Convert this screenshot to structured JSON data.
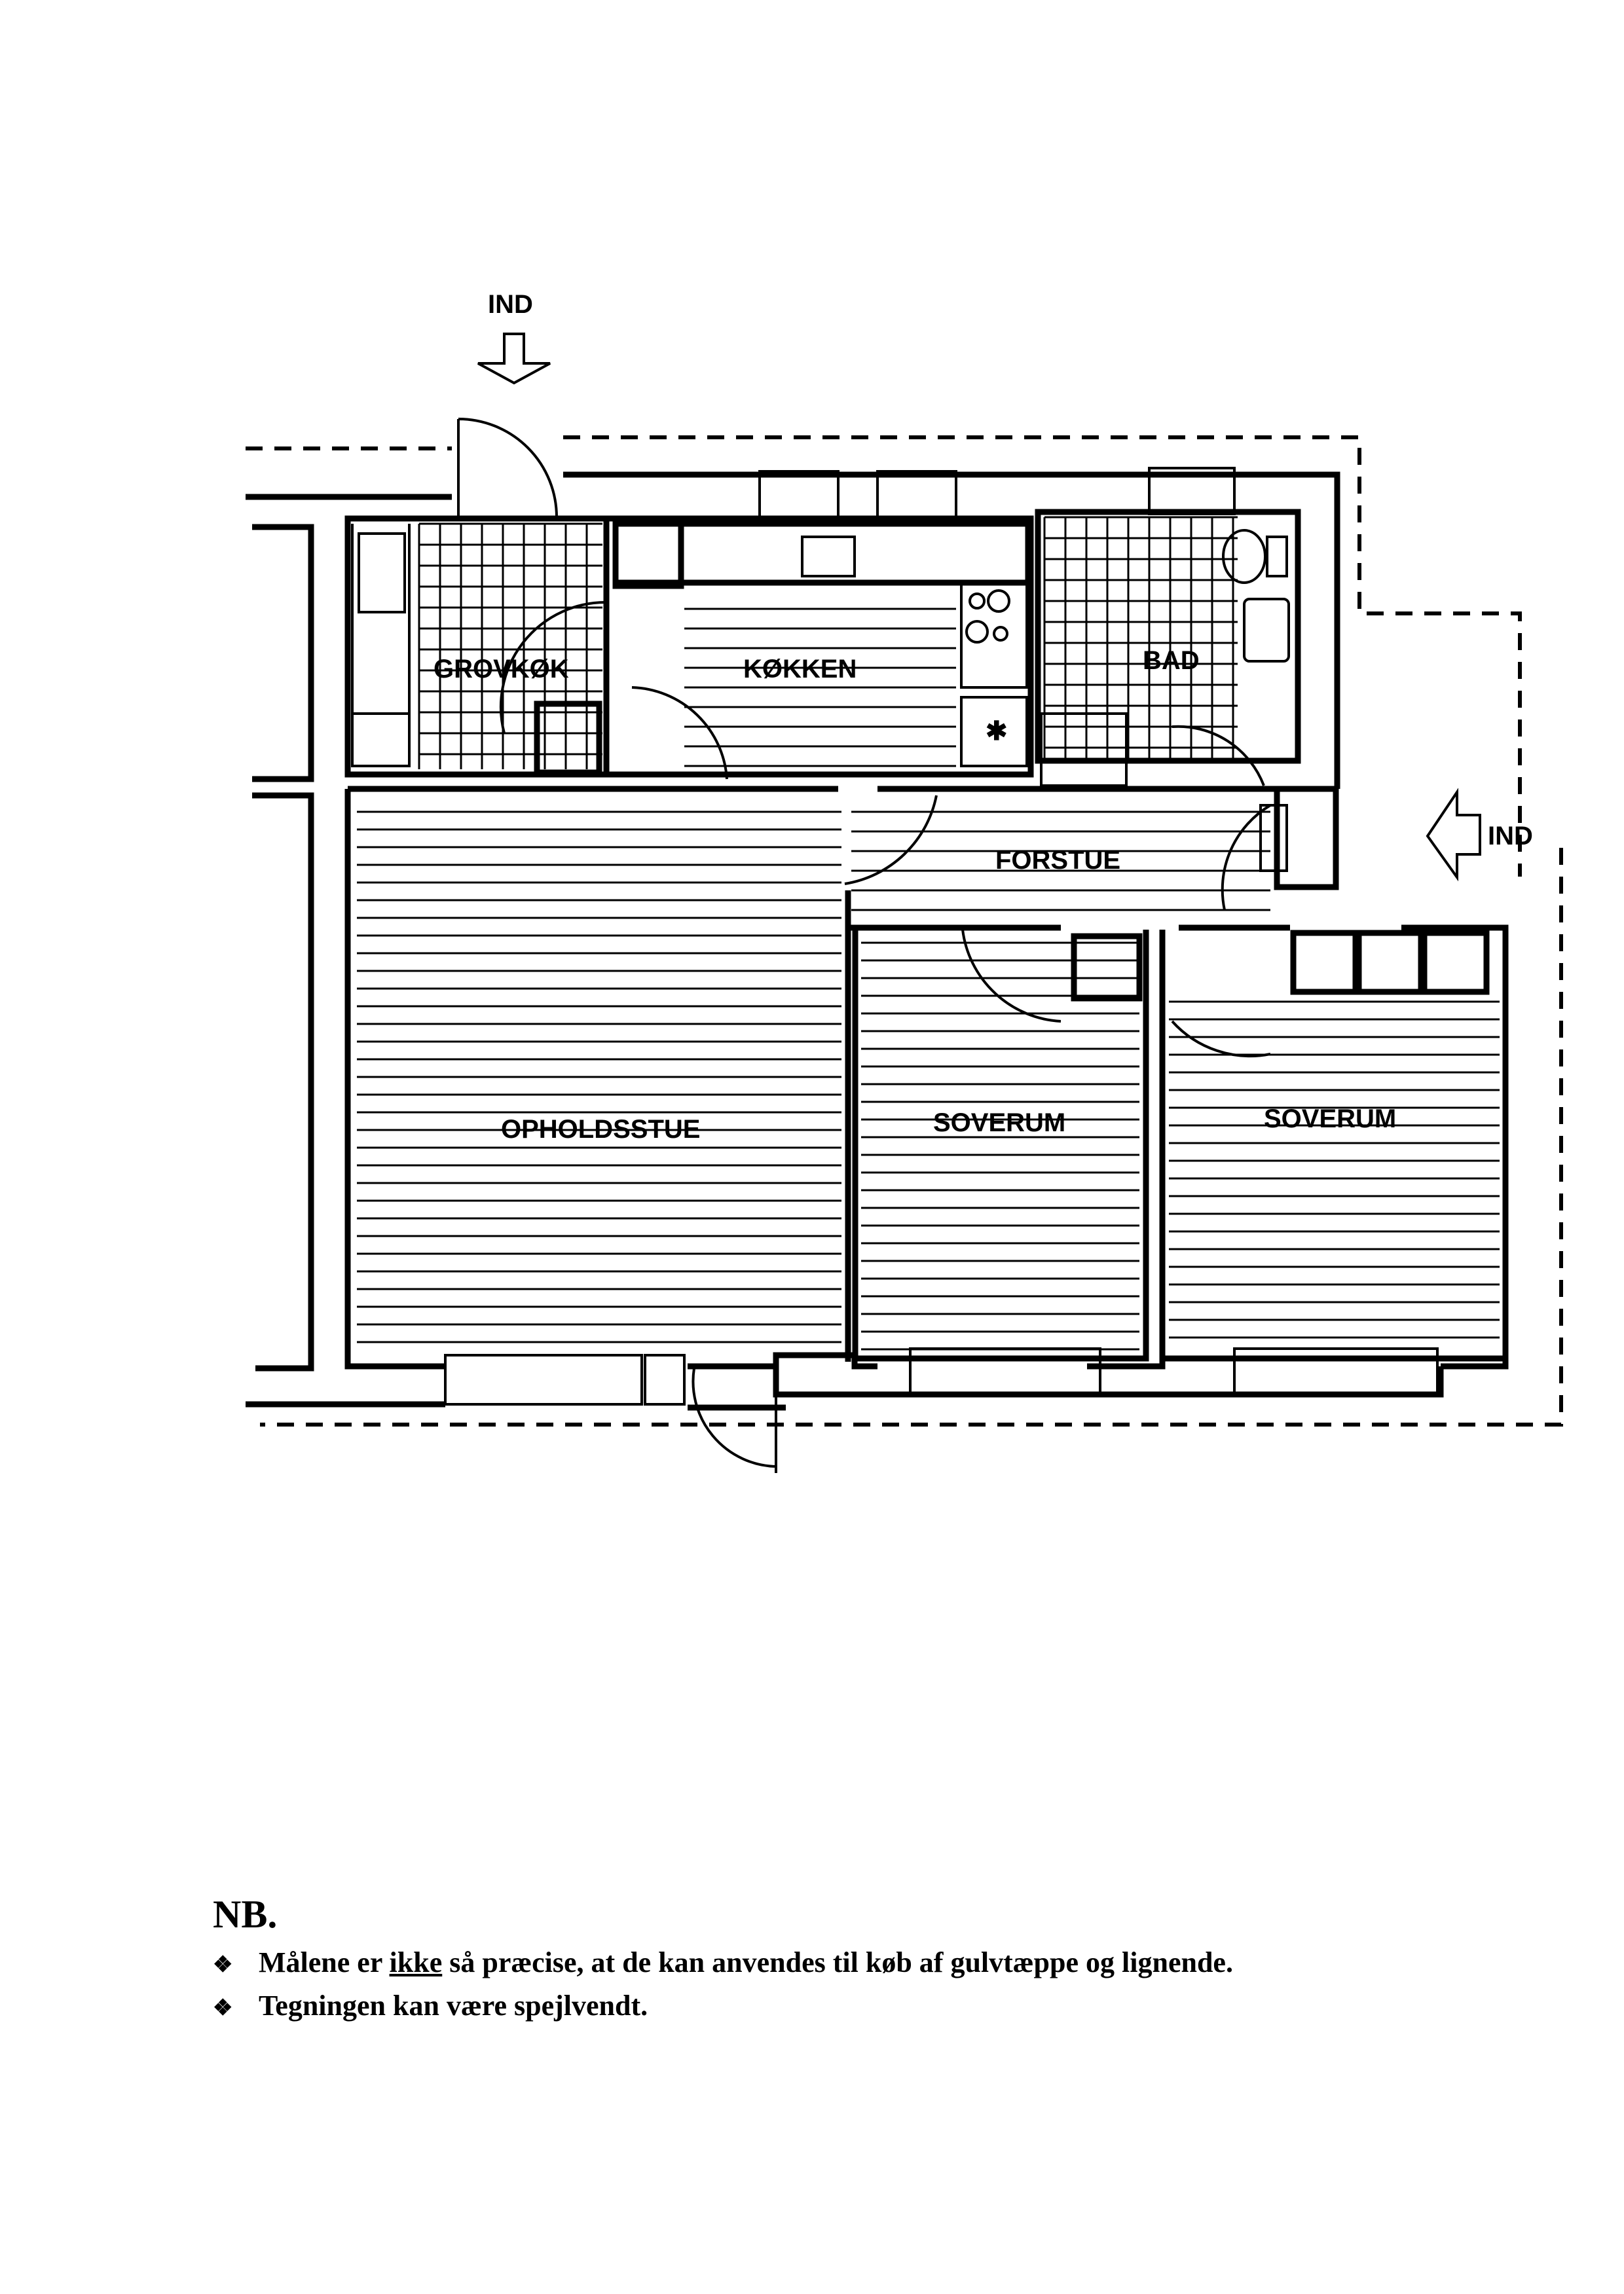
{
  "plan": {
    "entrance_top": "IND",
    "entrance_right": "IND",
    "rooms": {
      "grovkok": "GROVKØK",
      "kokken": "KØKKEN",
      "bad": "BAD",
      "forstue": "FORSTUE",
      "opholdsstue": "OPHOLDSSTUE",
      "soverum_1": "SOVERUM",
      "soverum_2": "SOVERUM"
    }
  },
  "notes": {
    "heading": "NB.",
    "bullet_icon": "four-diamond-bullet",
    "line1_before": "Målene er",
    "line1_emph": "ikke",
    "line1_after": "så præcise, at de kan anvendes til køb af gulvtæppe og lignende.",
    "line2": "Tegningen kan være spejlvendt."
  }
}
